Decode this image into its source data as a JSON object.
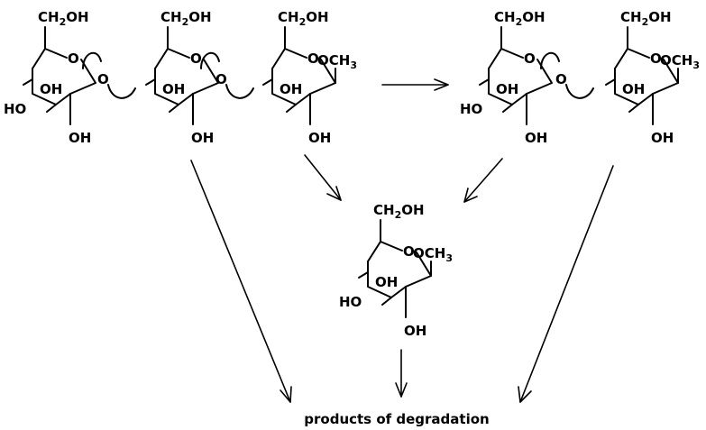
{
  "labels": {
    "ch2oh": "CH",
    "ch2oh_sub": "2",
    "ch2oh_tail": "OH",
    "ring_o": "O",
    "och3_head": "OCH",
    "och3_sub": "3",
    "oh": "OH",
    "ho": "HO",
    "link_o": "O"
  },
  "molecules": [
    {
      "id": "trisaccharide",
      "units": 3,
      "terminal_group": "OCH3"
    },
    {
      "id": "disaccharide",
      "units": 2,
      "terminal_group": "OCH3"
    },
    {
      "id": "monosaccharide",
      "units": 1,
      "terminal_group": "OCH3"
    }
  ],
  "caption": "products of degradation"
}
